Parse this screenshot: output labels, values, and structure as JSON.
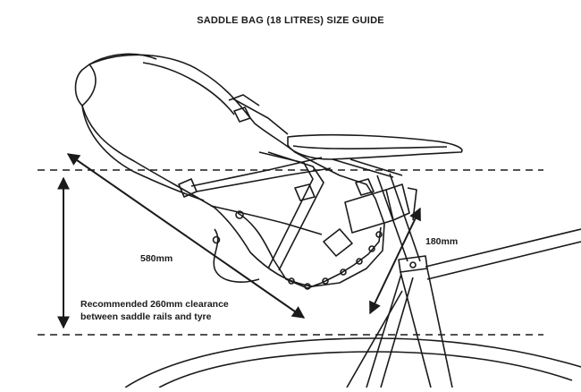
{
  "title": "SADDLE BAG (18 LITRES) SIZE GUIDE",
  "dimensions": {
    "length": "580mm",
    "height": "180mm"
  },
  "clearance_note": {
    "line1": "Recommended 260mm clearance",
    "line2": "between saddle rails and tyre"
  },
  "colors": {
    "line": "#1a1a1a",
    "background": "#ffffff"
  }
}
